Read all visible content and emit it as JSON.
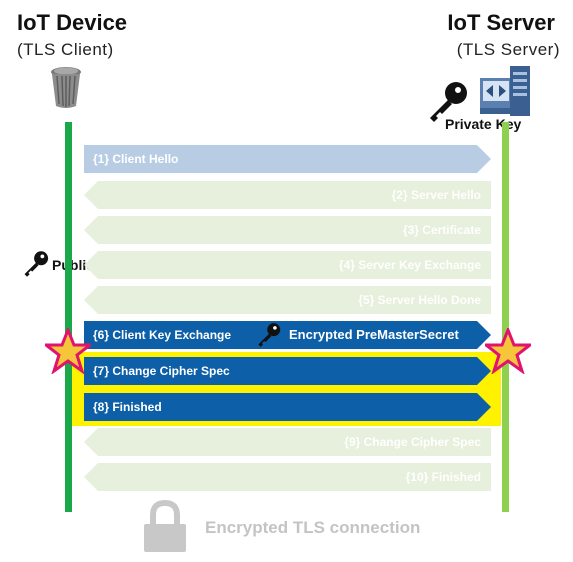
{
  "device": {
    "title": "IoT Device",
    "subtitle": "(TLS Client)"
  },
  "server": {
    "title": "IoT Server",
    "subtitle": "(TLS Server)"
  },
  "keys": {
    "private": "Private Key",
    "public": "Public Key"
  },
  "messages": [
    {
      "label": "{1} Client Hello",
      "direction": "right",
      "state": "pending"
    },
    {
      "label": "{2} Server Hello",
      "direction": "left",
      "state": "faded"
    },
    {
      "label": "{3} Certificate",
      "direction": "left",
      "state": "faded"
    },
    {
      "label": "{4} Server Key Exchange",
      "direction": "left",
      "state": "faded"
    },
    {
      "label": "{5} Server Hello Done",
      "direction": "left",
      "state": "faded"
    },
    {
      "label": "{6} Client Key Exchange",
      "direction": "right",
      "state": "active"
    },
    {
      "label": "{7} Change Cipher Spec",
      "direction": "right",
      "state": "active"
    },
    {
      "label": "{8} Finished",
      "direction": "right",
      "state": "active"
    },
    {
      "label": "{9} Change Cipher Spec",
      "direction": "left",
      "state": "faded"
    },
    {
      "label": "{10} Finished",
      "direction": "left",
      "state": "faded"
    }
  ],
  "encrypted_premaster": "Encrypted PreMasterSecret",
  "footer": "Encrypted TLS connection",
  "colors": {
    "active": "#0d5fa8",
    "pending": "#b8cde4",
    "faded": "#e6f0dc",
    "highlight": "#fff200",
    "device_line": "#1aa84a",
    "server_line": "#8fd14f",
    "star": "#f5c63a",
    "star_outline": "#e0136e"
  }
}
